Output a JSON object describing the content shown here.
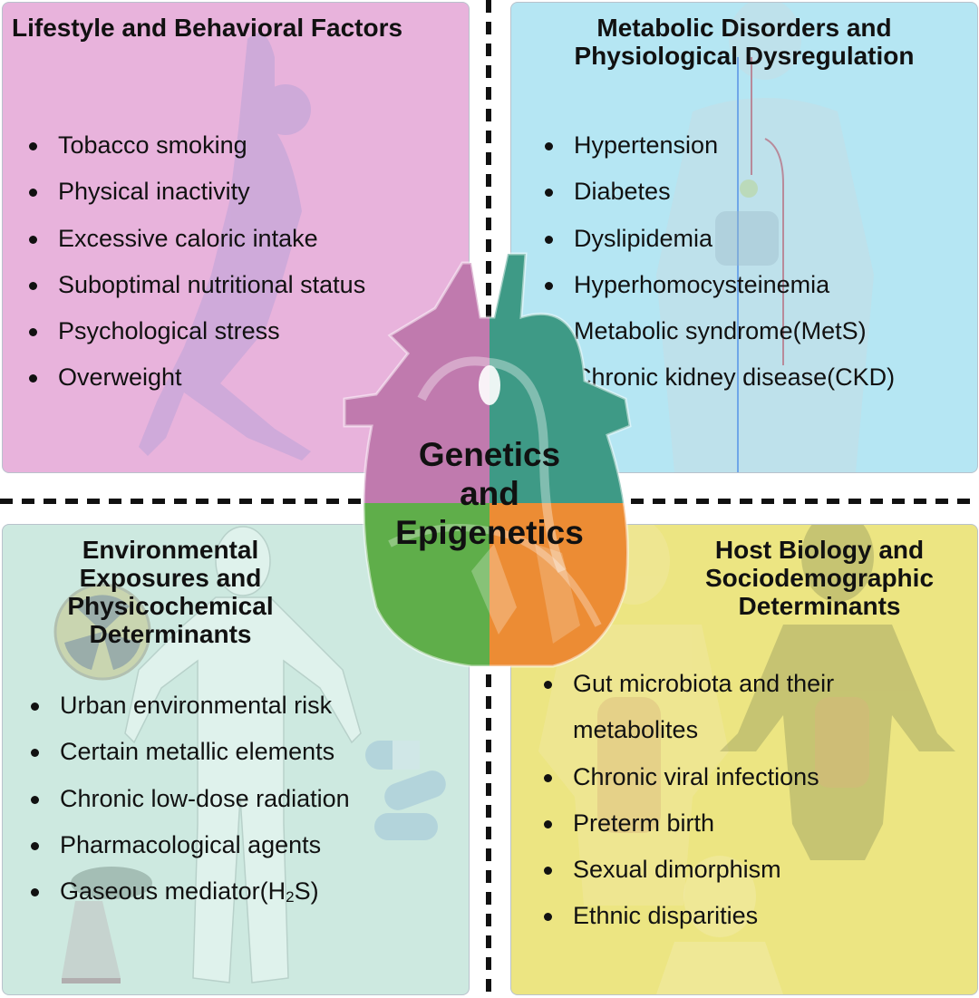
{
  "center": {
    "line1": "Genetics",
    "line2": "and",
    "line3": "Epigenetics"
  },
  "panels": {
    "lifestyle": {
      "title": "Lifestyle and Behavioral Factors",
      "color": "#e8b3dc",
      "items": [
        "Tobacco smoking",
        "Physical inactivity",
        "Excessive caloric intake",
        "Suboptimal nutritional status",
        "Psychological stress",
        "Overweight"
      ]
    },
    "metabolic": {
      "title_line1": "Metabolic Disorders and",
      "title_line2": "Physiological Dysregulation",
      "color": "#b5e6f3",
      "items": [
        "Hypertension",
        "Diabetes",
        "Dyslipidemia",
        "Hyperhomocysteinemia",
        "Metabolic syndrome(MetS)",
        "Chronic kidney disease(CKD)"
      ]
    },
    "environmental": {
      "title_line1": "Environmental",
      "title_line2": "Exposures and",
      "title_line3": "Physicochemical",
      "title_line4": "Determinants",
      "color": "#cde9e0",
      "items": [
        "Urban environmental risk",
        "Certain metallic elements",
        "Chronic low-dose radiation",
        "Pharmacological agents"
      ],
      "last_item_prefix": "Gaseous mediator(H",
      "last_item_sub": "2",
      "last_item_suffix": "S)"
    },
    "host": {
      "title_line1": "Host Biology and",
      "title_line2": "Sociodemographic",
      "title_line3": "Determinants",
      "color": "#ece582",
      "items": [
        "Gut microbiota and their metabolites",
        "Chronic viral infections",
        "Preterm birth",
        "Sexual dimorphism",
        "Ethnic disparities"
      ]
    }
  }
}
